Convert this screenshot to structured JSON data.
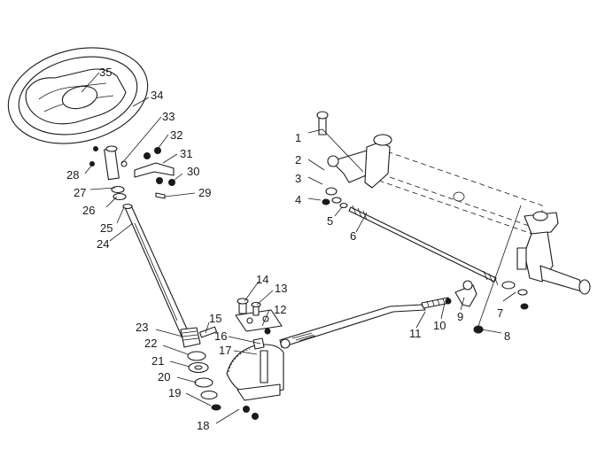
{
  "diagram": {
    "callouts": [
      {
        "id": "c1",
        "label": "1"
      },
      {
        "id": "c2",
        "label": "2"
      },
      {
        "id": "c3",
        "label": "3"
      },
      {
        "id": "c4",
        "label": "4"
      },
      {
        "id": "c5",
        "label": "5"
      },
      {
        "id": "c6",
        "label": "6"
      },
      {
        "id": "c7",
        "label": "7"
      },
      {
        "id": "c8",
        "label": "8"
      },
      {
        "id": "c9",
        "label": "9"
      },
      {
        "id": "c10",
        "label": "10"
      },
      {
        "id": "c11",
        "label": "11"
      },
      {
        "id": "c12",
        "label": "12"
      },
      {
        "id": "c13",
        "label": "13"
      },
      {
        "id": "c14",
        "label": "14"
      },
      {
        "id": "c15",
        "label": "15"
      },
      {
        "id": "c16",
        "label": "16"
      },
      {
        "id": "c17",
        "label": "17"
      },
      {
        "id": "c18",
        "label": "18"
      },
      {
        "id": "c19",
        "label": "19"
      },
      {
        "id": "c20",
        "label": "20"
      },
      {
        "id": "c21",
        "label": "21"
      },
      {
        "id": "c22",
        "label": "22"
      },
      {
        "id": "c23",
        "label": "23"
      },
      {
        "id": "c24",
        "label": "24"
      },
      {
        "id": "c25",
        "label": "25"
      },
      {
        "id": "c26",
        "label": "26"
      },
      {
        "id": "c27",
        "label": "27"
      },
      {
        "id": "c28",
        "label": "28"
      },
      {
        "id": "c29",
        "label": "29"
      },
      {
        "id": "c30",
        "label": "30"
      },
      {
        "id": "c31",
        "label": "31"
      },
      {
        "id": "c32",
        "label": "32"
      },
      {
        "id": "c33",
        "label": "33"
      },
      {
        "id": "c34",
        "label": "34"
      },
      {
        "id": "c35",
        "label": "35"
      }
    ]
  }
}
